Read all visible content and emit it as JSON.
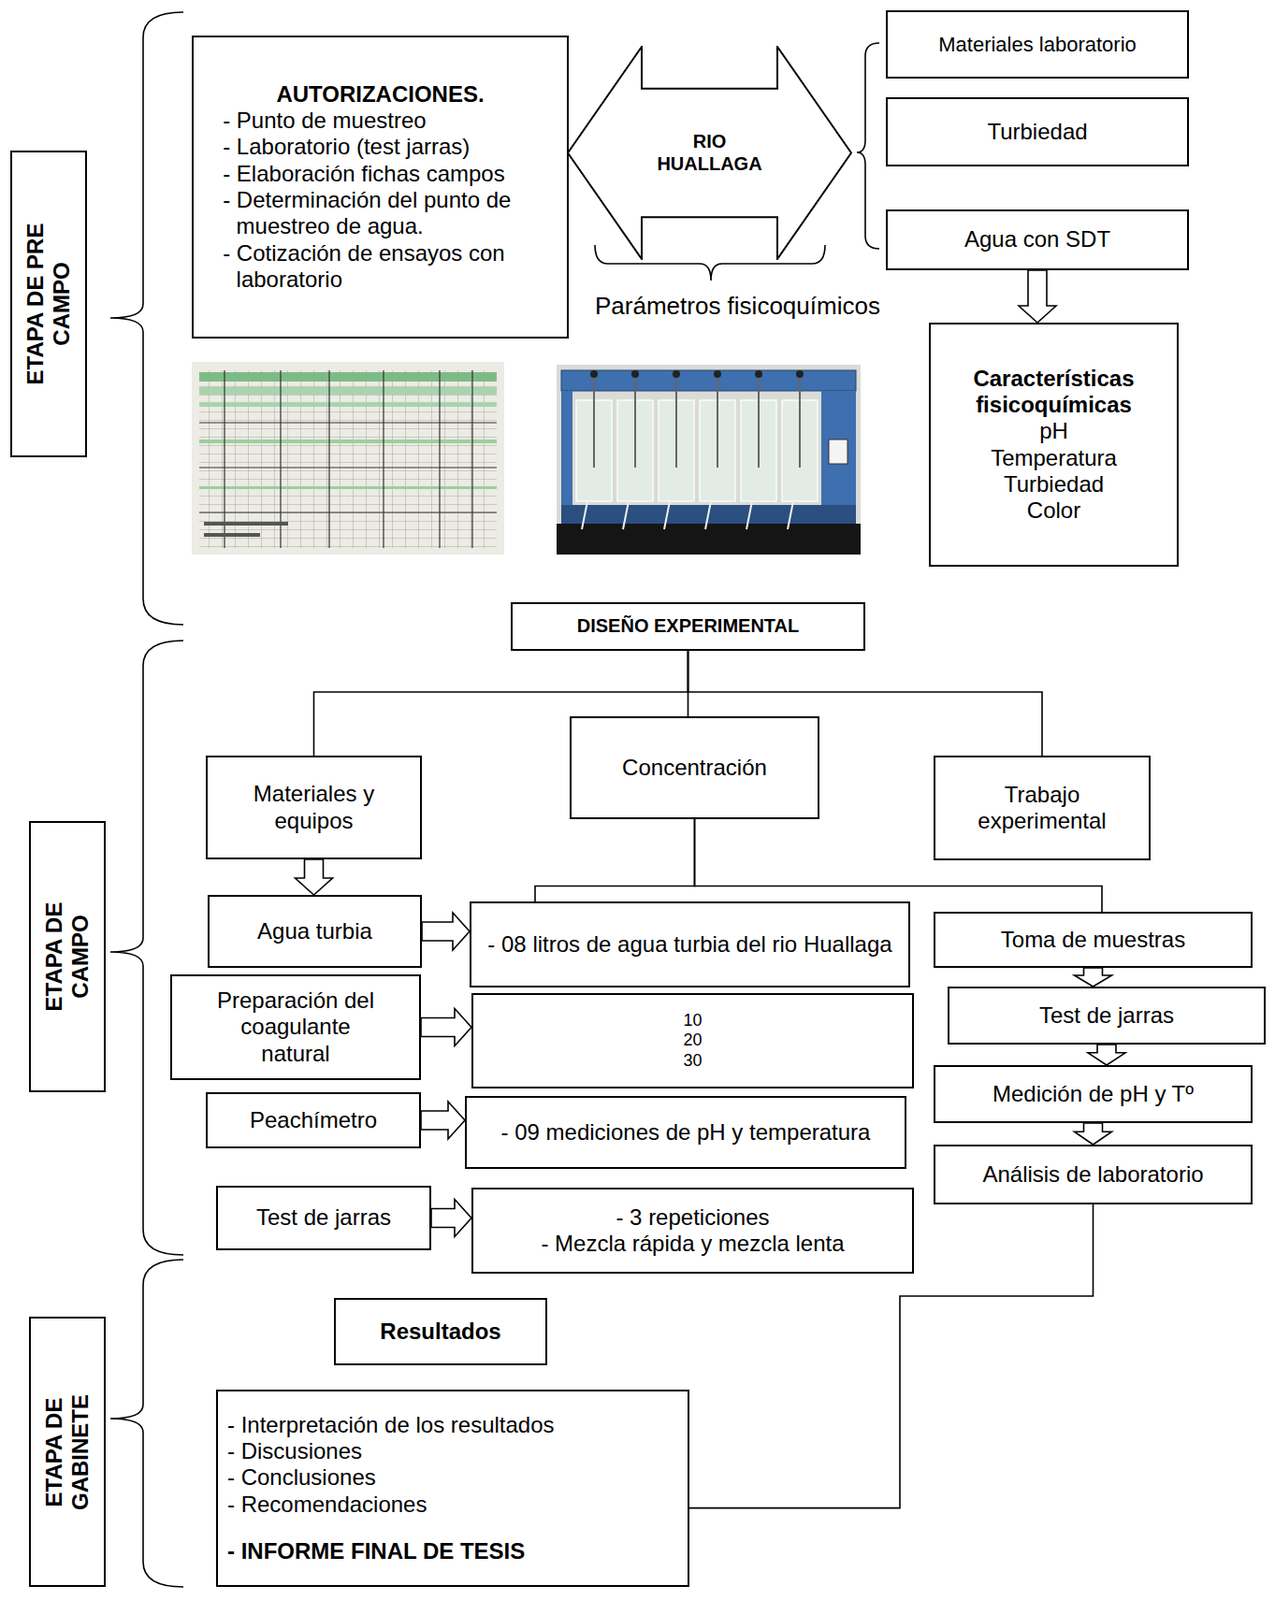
{
  "diagram": {
    "nodes": [
      {
        "text": [
          "ETAPA DE PRE CAMPO"
        ]
      },
      {
        "text": [
          "AUTORIZACIONES.",
          "- Punto de muestreo",
          "- Laboratorio (test jarras)",
          "- Elaboración fichas campos",
          "- Determinación del punto de muestreo de agua.",
          "- Cotización de ensayos con laboratorio"
        ]
      },
      {
        "text": [
          "RIO HUALLAGA"
        ]
      },
      {
        "text": [
          "Materiales laboratorio"
        ]
      },
      {
        "text": [
          "Turbiedad"
        ]
      },
      {
        "text": [
          "Agua con SDT"
        ]
      },
      {
        "text": [
          "Características fisicoquímicas",
          "pH",
          "Temperatura",
          "Turbiedad",
          "Color"
        ]
      },
      {
        "text": [
          "DISEÑO EXPERIMENTAL"
        ]
      },
      {
        "text": [
          "ETAPA DE CAMPO"
        ]
      },
      {
        "text": [
          "Materiales y equipos"
        ]
      },
      {
        "text": [
          "Concentración"
        ]
      },
      {
        "text": [
          "Trabajo experimental"
        ]
      },
      {
        "text": [
          "Agua turbia"
        ]
      },
      {
        "text": [
          "- 08 litros de agua turbia del rio Huallaga"
        ]
      },
      {
        "text": [
          "Preparación del coagulante natural"
        ]
      },
      {
        "text": [
          "10",
          "20",
          "30"
        ]
      },
      {
        "text": [
          "Peachímetro"
        ]
      },
      {
        "text": [
          "- 09 mediciones de pH y temperatura"
        ]
      },
      {
        "text": [
          "Test de jarras"
        ]
      },
      {
        "text": [
          "- 3 repeticiones",
          "- Mezcla rápida y mezcla lenta"
        ]
      },
      {
        "text": [
          "Toma de muestras"
        ]
      },
      {
        "text": [
          "Test de jarras"
        ]
      },
      {
        "text": [
          "Medición de pH y Tº"
        ]
      },
      {
        "text": [
          "Análisis de laboratorio"
        ]
      },
      {
        "text": [
          "ETAPA DE GABINETE"
        ]
      },
      {
        "text": [
          "Resultados"
        ]
      },
      {
        "text": [
          "- Interpretación de los resultados",
          "- Discusiones",
          "- Conclusiones",
          "- Recomendaciones",
          "- INFORME FINAL DE TESIS"
        ]
      }
    ],
    "edges": [
      {
        "from": 5,
        "to": 6,
        "arrow": "to"
      },
      {
        "from": 7,
        "to": 9,
        "arrow": "none"
      },
      {
        "from": 7,
        "to": 10,
        "arrow": "none"
      },
      {
        "from": 7,
        "to": 11,
        "arrow": "none"
      },
      {
        "from": 9,
        "to": 12,
        "arrow": "to"
      },
      {
        "from": 10,
        "to": 13,
        "arrow": "none"
      },
      {
        "from": 10,
        "to": 20,
        "arrow": "none"
      },
      {
        "from": 12,
        "to": 13,
        "arrow": "to"
      },
      {
        "from": 14,
        "to": 15,
        "arrow": "to"
      },
      {
        "from": 16,
        "to": 17,
        "arrow": "to"
      },
      {
        "from": 18,
        "to": 19,
        "arrow": "to"
      },
      {
        "from": 20,
        "to": 21,
        "arrow": "to"
      },
      {
        "from": 21,
        "to": 22,
        "arrow": "to"
      },
      {
        "from": 22,
        "to": 23,
        "arrow": "to"
      },
      {
        "from": 23,
        "to": 26,
        "arrow": "none"
      }
    ],
    "labels": [
      "Parámetros fisicoquímicos"
    ]
  }
}
